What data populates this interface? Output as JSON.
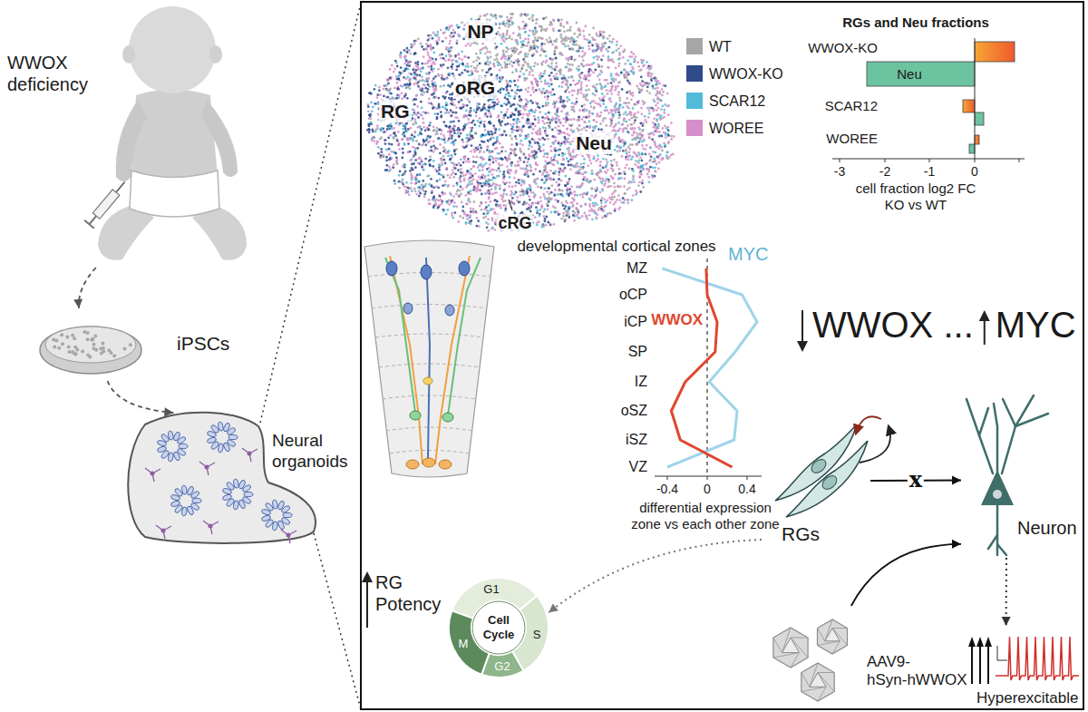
{
  "diagram": {
    "nodes": [
      {
        "text": [
          "WWOX deficiency"
        ]
      },
      {
        "text": [
          "iPSCs"
        ]
      },
      {
        "text": [
          "Neural organoids"
        ]
      },
      {
        "text": [
          "RGs"
        ]
      },
      {
        "text": [
          "Neuron"
        ]
      },
      {
        "text": [
          "Cell Cycle"
        ]
      },
      {
        "text": [
          "AAV9- hSyn-hWWOX"
        ]
      },
      {
        "text": [
          "Hyperexcitable"
        ]
      }
    ],
    "edges": [
      {
        "from": 0,
        "to": 1,
        "arrow": "to"
      },
      {
        "from": 1,
        "to": 2,
        "arrow": "to"
      },
      {
        "from": 3,
        "to": 4,
        "arrow": "to",
        "label": "x"
      },
      {
        "from": 4,
        "to": 7,
        "arrow": "to"
      },
      {
        "from": 6,
        "to": 4,
        "arrow": "to"
      },
      {
        "from": 3,
        "to": 5,
        "arrow": "to"
      }
    ],
    "labels": [
      "NP",
      "RG",
      "oRG",
      "Neu",
      "cRG",
      "RGs and Neu fractions",
      "WWOX-KO",
      "SCAR12",
      "WOREE",
      "Neu",
      "-3",
      "-2",
      "-1",
      "0",
      "cell fraction log2 FC KO vs WT",
      "developmental cortical zones",
      "MZ",
      "oCP",
      "iCP",
      "SP",
      "IZ",
      "oSZ",
      "iSZ",
      "VZ",
      "MYC",
      "WWOX",
      "-0.4",
      "0",
      "0.4",
      "differential expression zone vs each other zone",
      "WWOX ...",
      "MYC",
      "RG Potency",
      "G1",
      "S",
      "G2",
      "M"
    ],
    "legend": [
      {
        "text": "WT",
        "color": "#a6a6a6"
      },
      {
        "text": "WWOX-KO",
        "color": "#2f4b8c"
      },
      {
        "text": "SCAR12",
        "color": "#52bcd8"
      },
      {
        "text": "WOREE",
        "color": "#d58ec9"
      }
    ]
  }
}
